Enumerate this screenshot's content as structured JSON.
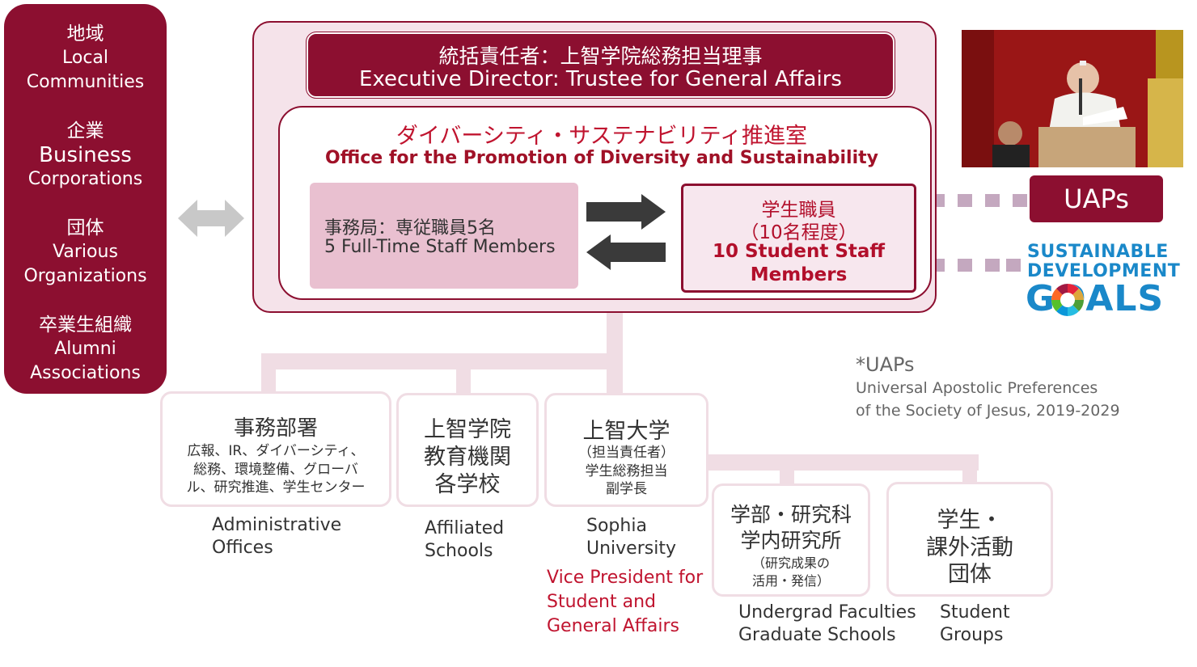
{
  "stakeholders": [
    {
      "jp": "地域",
      "en1": "Local",
      "en2": "Communities"
    },
    {
      "jp": "企業",
      "en1": "Business",
      "en2": "Corporations"
    },
    {
      "jp": "団体",
      "en1": "Various",
      "en2": "Organizations"
    },
    {
      "jp": "卒業生組織",
      "en1": "Alumni",
      "en2": "Associations"
    }
  ],
  "executive": {
    "jp": "統括責任者：上智学院総務担当理事",
    "en": "Executive Director: Trustee for General Affairs"
  },
  "office": {
    "jp": "ダイバーシティ・サステナビリティ推進室",
    "en": "Office for the Promotion of Diversity and Sustainability"
  },
  "secretariat": {
    "jp": "事務局：専従職員5名",
    "en": "5 Full-Time Staff Members"
  },
  "student_staff": {
    "jp1": "学生職員",
    "jp2": "（10名程度）",
    "en1": "10 Student Staff",
    "en2": "Members"
  },
  "uaps": {
    "badge": "UAPs",
    "note_title": "*UAPs",
    "note_line1": "Universal Apostolic Preferences",
    "note_line2": "of the Society of Jesus, 2019-2029"
  },
  "sdgs": {
    "line1": "SUSTAINABLE",
    "line2": "DEVELOPMENT",
    "line3": "GOALS"
  },
  "units": {
    "admin": {
      "jp_title": "事務部署",
      "jp_sub1": "広報、IR、ダイバーシティ、",
      "jp_sub2": "総務、環境整備、グローバ",
      "jp_sub3": "ル、研究推進、学生センター",
      "en1": "Administrative",
      "en2": "Offices"
    },
    "affiliated": {
      "jp1": "上智学院",
      "jp2": "教育機関",
      "jp3": "各学校",
      "en1": "Affiliated",
      "en2": "Schools"
    },
    "sophia": {
      "jp_title": "上智大学",
      "jp_sub1": "（担当責任者）",
      "jp_sub2": "学生総務担当",
      "jp_sub3": "副学長",
      "en1": "Sophia",
      "en2": "University",
      "vp1": "Vice President for",
      "vp2": "Student and",
      "vp3": "General Affairs"
    },
    "faculties": {
      "jp1": "学部・研究科",
      "jp2": "学内研究所",
      "jp_sub1": "（研究成果の",
      "jp_sub2": "活用・発信）",
      "en1": "Undergrad Faculties",
      "en2": "Graduate Schools"
    },
    "students": {
      "jp1": "学生・",
      "jp2": "課外活動",
      "jp3": "団体",
      "en1": "Student",
      "en2": "Groups"
    }
  }
}
